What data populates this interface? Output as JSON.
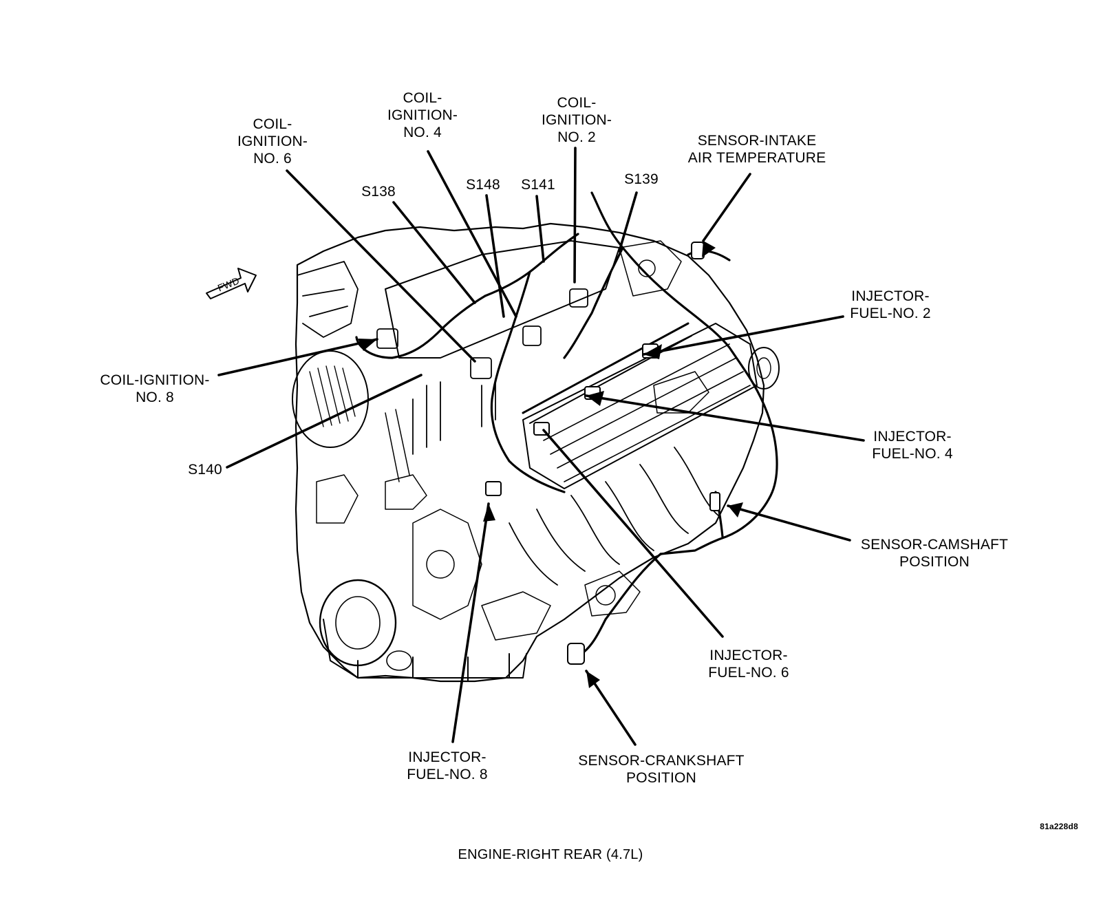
{
  "diagram": {
    "caption": "ENGINE-RIGHT REAR (4.7L)",
    "figure_id": "81a228d8",
    "fwd_marker": "FWD",
    "labels": {
      "coil_no6": [
        "COIL-",
        "IGNITION-",
        "NO. 6"
      ],
      "coil_no4": [
        "COIL-",
        "IGNITION-",
        "NO. 4"
      ],
      "coil_no2": [
        "COIL-",
        "IGNITION-",
        "NO. 2"
      ],
      "sensor_iat": [
        "SENSOR-INTAKE",
        "AIR TEMPERATURE"
      ],
      "s138": [
        "S138"
      ],
      "s148": [
        "S148"
      ],
      "s141": [
        "S141"
      ],
      "s139": [
        "S139"
      ],
      "injector_no2": [
        "INJECTOR-",
        "FUEL-NO. 2"
      ],
      "coil_no8": [
        "COIL-IGNITION-",
        "NO. 8"
      ],
      "injector_no4": [
        "INJECTOR-",
        "FUEL-NO. 4"
      ],
      "s140": [
        "S140"
      ],
      "sensor_cmp": [
        "SENSOR-CAMSHAFT",
        "POSITION"
      ],
      "injector_no6": [
        "INJECTOR-",
        "FUEL-NO. 6"
      ],
      "injector_no8": [
        "INJECTOR-",
        "FUEL-NO. 8"
      ],
      "sensor_ckp": [
        "SENSOR-CRANKSHAFT",
        "POSITION"
      ]
    }
  }
}
